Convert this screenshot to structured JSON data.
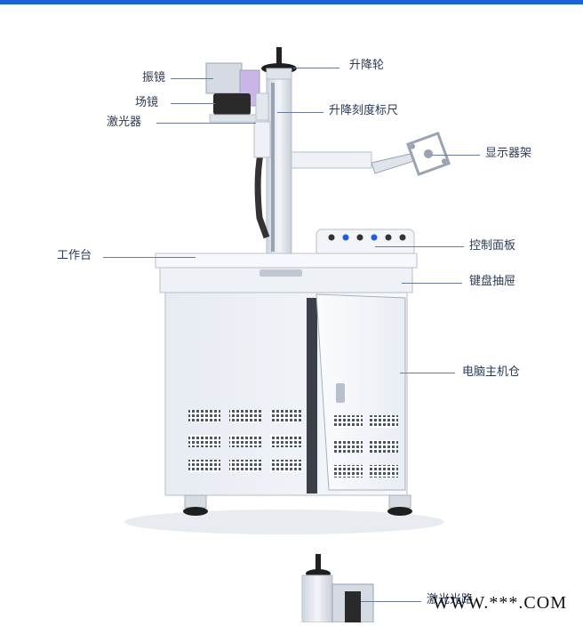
{
  "labels": {
    "galvo": "振镜",
    "lift_wheel": "升降轮",
    "field_lens": "场镜",
    "lift_scale": "升降刻度标尺",
    "laser": "激光器",
    "display_mount": "显示器架",
    "worktable": "工作台",
    "control_panel": "控制面板",
    "keyboard_drawer": "键盘抽屉",
    "pc_compartment": "电脑主机仓",
    "bottom_partial": "激光光路"
  },
  "watermark": "WWW.***.COM",
  "colors": {
    "accent": "#1d5fd6",
    "text": "#2b3a55",
    "machine": "#eef1f6"
  }
}
